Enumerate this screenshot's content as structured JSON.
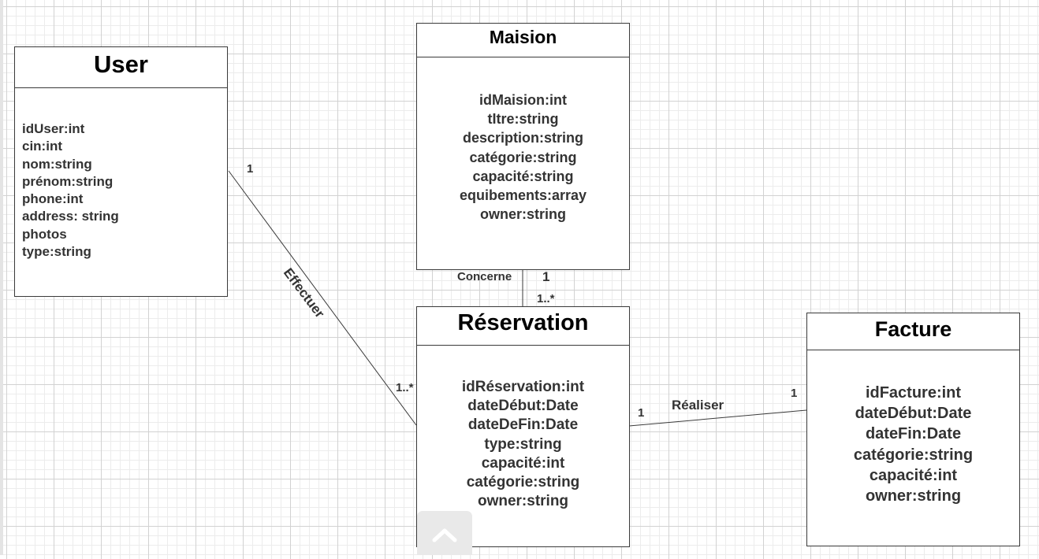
{
  "classes": {
    "user": {
      "name": "User",
      "attributes": [
        "idUser:int",
        "cin:int",
        "nom:string",
        "prénom:string",
        "phone:int",
        "address: string",
        "photos",
        "type:string"
      ]
    },
    "maision": {
      "name": "Maision",
      "attributes": [
        "idMaision:int",
        "tItre:string",
        "description:string",
        "catégorie:string",
        "capacité:string",
        "equibements:array",
        "owner:string"
      ]
    },
    "reservation": {
      "name": "Réservation",
      "attributes": [
        "idRéservation:int",
        "dateDébut:Date",
        "dateDeFin:Date",
        "type:string",
        "capacité:int",
        "catégorie:string",
        "owner:string"
      ]
    },
    "facture": {
      "name": "Facture",
      "attributes": [
        "idFacture:int",
        "dateDébut:Date",
        "dateFin:Date",
        "catégorie:string",
        "capacité:int",
        "owner:string"
      ]
    }
  },
  "associations": {
    "effectuer": {
      "name": "Effectuer",
      "source_mult": "1",
      "target_mult": "1..*"
    },
    "concerne": {
      "name": "Concerne",
      "source_mult": "1",
      "target_mult": "1..*"
    },
    "realiser": {
      "name": "Réaliser",
      "source_mult": "1",
      "target_mult": "1"
    }
  },
  "ui": {
    "scroll_up_icon": "chevron-up-icon"
  },
  "colors": {
    "line": "#3a3a3a",
    "text": "#333333",
    "grid": "#d2d2d2"
  }
}
